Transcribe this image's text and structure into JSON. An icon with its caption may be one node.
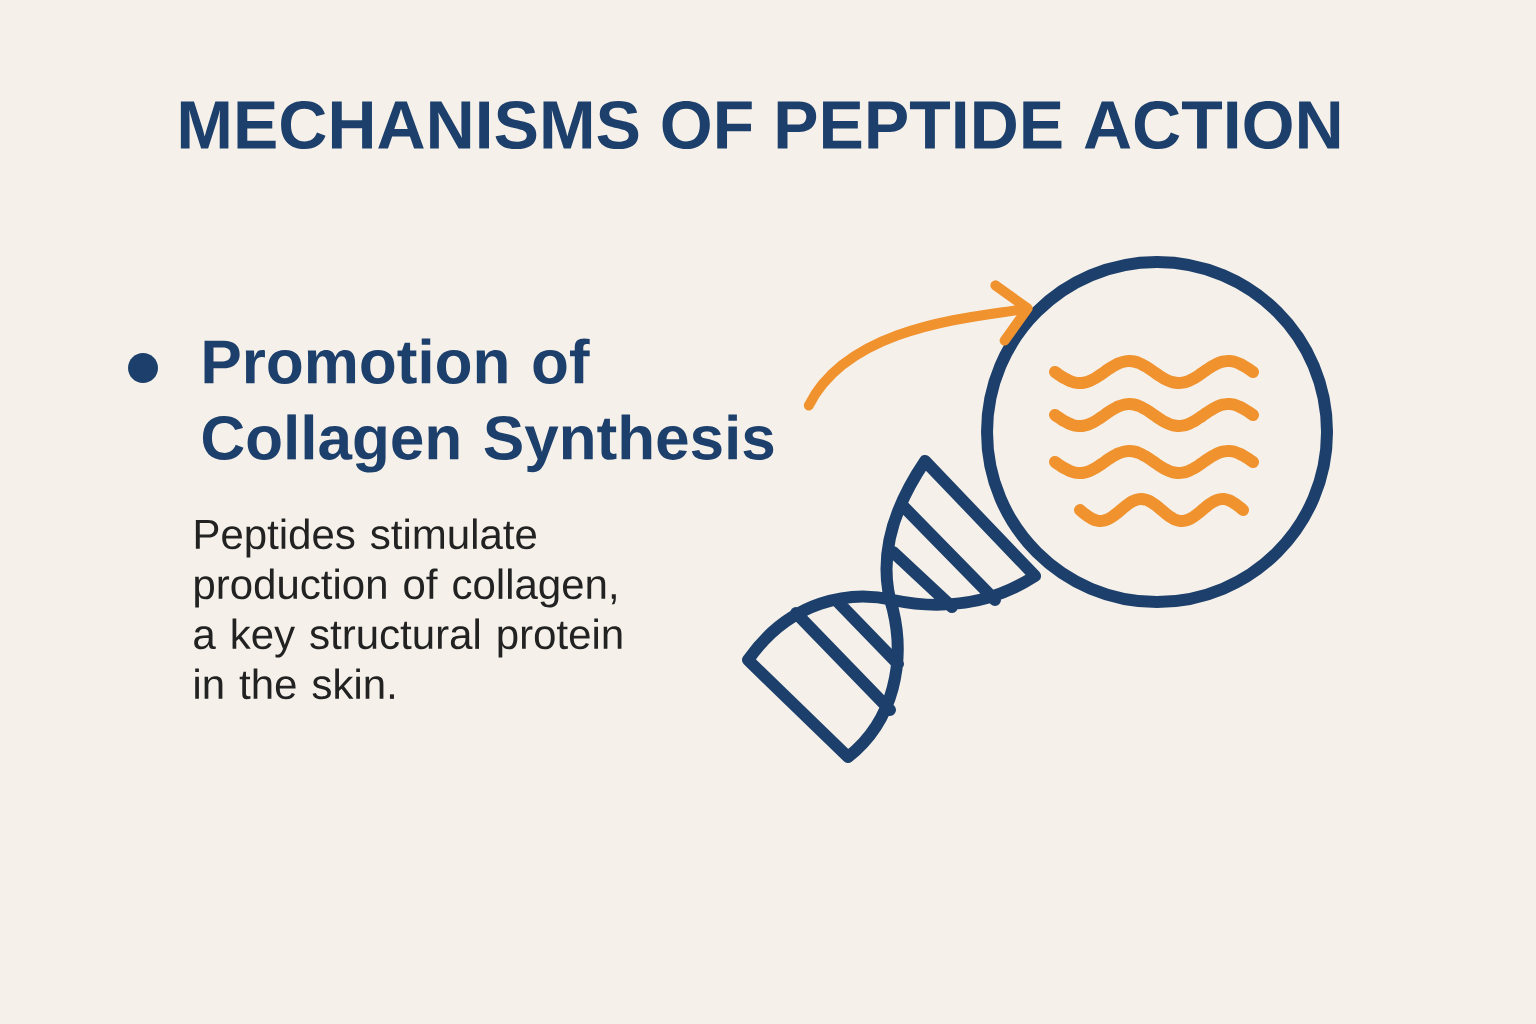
{
  "diagram": {
    "title": "MECHANISMS OF PEPTIDE ACTION",
    "nodes": [
      {
        "text": [
          "Promotion of Collagen Synthesis"
        ]
      },
      {
        "text": [],
        "shape": "circle"
      }
    ],
    "edges": [
      {
        "from": 0,
        "to": 1,
        "arrow": "to"
      }
    ],
    "labels": [
      "Peptides stimulate production of collagen, a key structural protein in the skin."
    ]
  }
}
